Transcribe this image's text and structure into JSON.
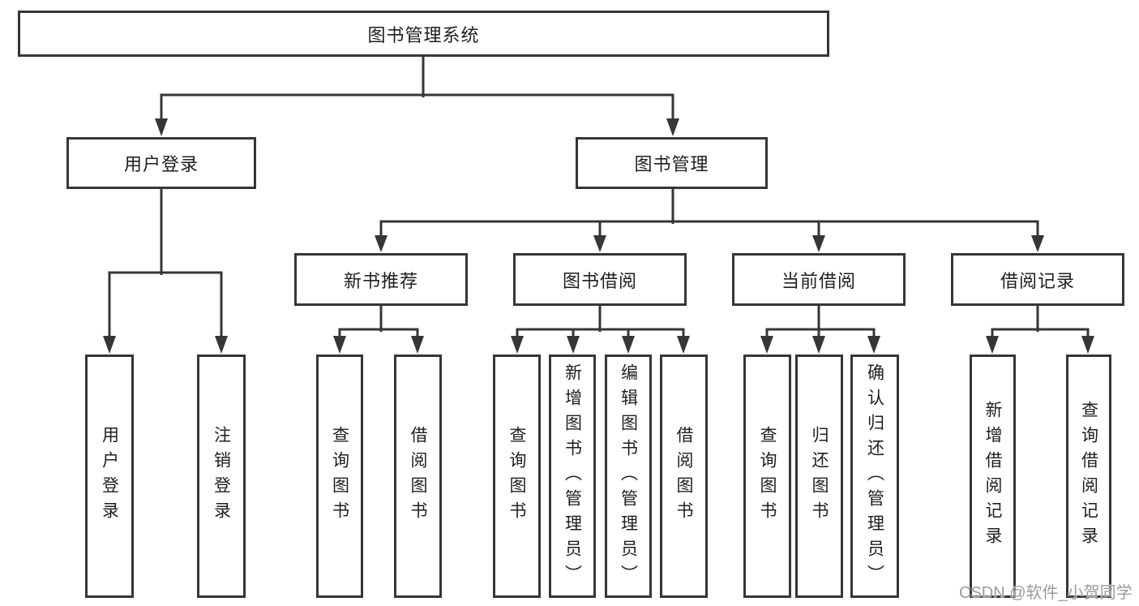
{
  "diagram": {
    "root": {
      "label": "图书管理系统"
    },
    "branches": [
      {
        "label": "用户登录",
        "children": [
          {
            "label": "用户登录"
          },
          {
            "label": "注销登录"
          }
        ]
      },
      {
        "label": "图书管理",
        "children": [
          {
            "label": "新书推荐",
            "children": [
              {
                "label": "查询图书"
              },
              {
                "label": "借阅图书"
              }
            ]
          },
          {
            "label": "图书借阅",
            "children": [
              {
                "label": "查询图书"
              },
              {
                "label": "新增图书（管理员）"
              },
              {
                "label": "编辑图书（管理员）"
              },
              {
                "label": "借阅图书"
              }
            ]
          },
          {
            "label": "当前借阅",
            "children": [
              {
                "label": "查询图书"
              },
              {
                "label": "归还图书"
              },
              {
                "label": "确认归还（管理员）"
              }
            ]
          },
          {
            "label": "借阅记录",
            "children": [
              {
                "label": "新增借阅记录"
              },
              {
                "label": "查询借阅记录"
              }
            ]
          }
        ]
      }
    ]
  },
  "watermark": {
    "text": "CSDN @软件_小贺同学"
  },
  "colors": {
    "line": "#363636",
    "box_border": "#363636",
    "text": "#1f1f1f",
    "watermark": "#9b9b9b",
    "background": "#ffffff"
  }
}
